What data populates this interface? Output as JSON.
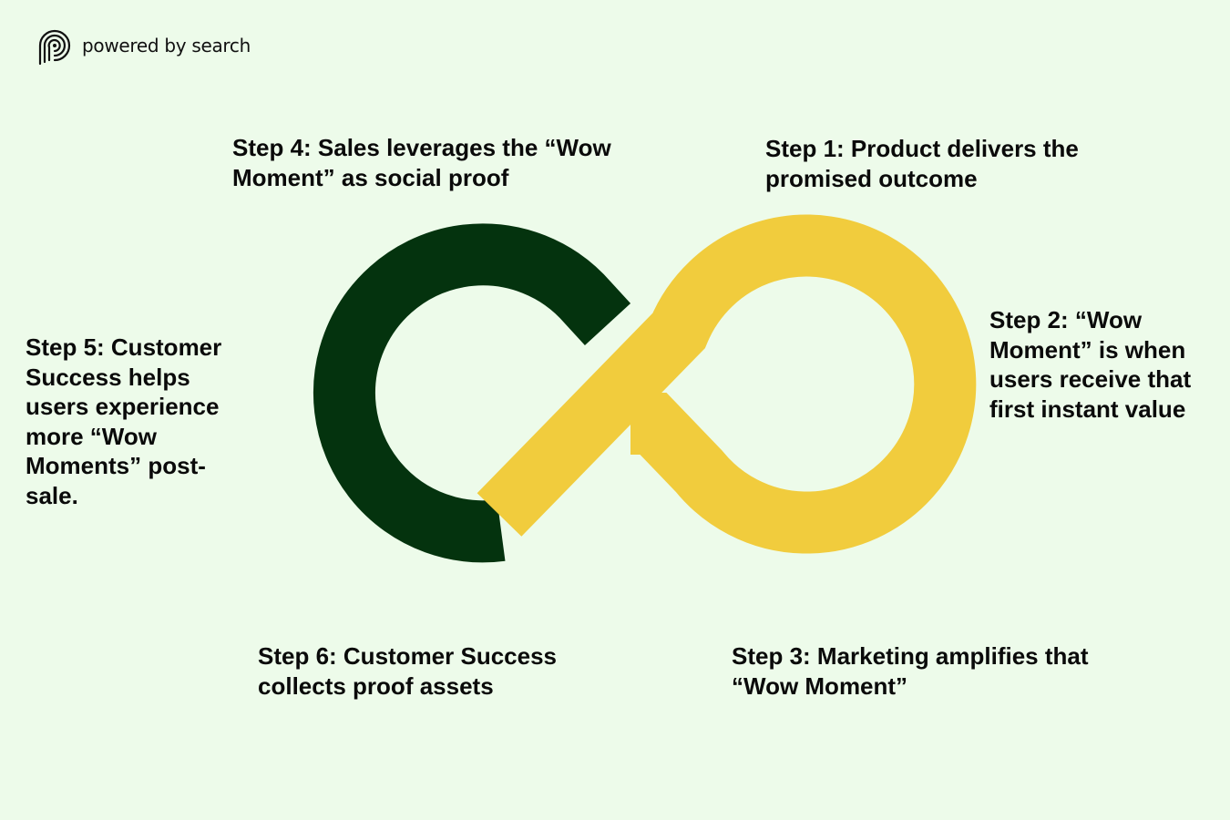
{
  "brand": {
    "name": "powered by search",
    "logo_icon": "fingerprint-p-logo-icon"
  },
  "diagram": {
    "type": "infinity-loop",
    "colors": {
      "background": "#edfbea",
      "dark_loop": "#04330e",
      "light_loop": "#f1cc3d"
    }
  },
  "steps": {
    "step1": "Step 1: Product delivers the promised outcome",
    "step2": "Step 2: “Wow Moment” is when users receive that first instant value",
    "step3": "Step 3: Marketing amplifies that “Wow Moment”",
    "step4": "Step 4: Sales leverages the “Wow Moment” as social proof",
    "step5": "Step 5: Customer Success helps users experience more “Wow Moments” post-sale.",
    "step6": "Step 6: Customer Success collects proof assets"
  }
}
